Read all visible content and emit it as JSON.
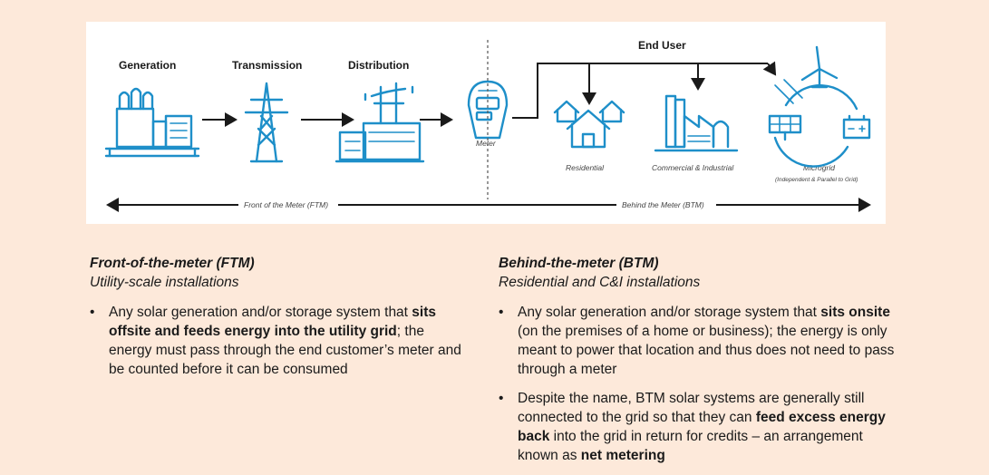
{
  "diagram": {
    "labels": {
      "generation": "Generation",
      "transmission": "Transmission",
      "distribution": "Distribution",
      "end_user": "End User",
      "meter": "Meter",
      "residential": "Residential",
      "commercial": "Commercial & Industrial",
      "microgrid": "Microgrid",
      "microgrid_sub": "(Independent & Parallel to Grid)",
      "ftm_axis": "Front of the Meter (FTM)",
      "btm_axis": "Behind the Meter (BTM)"
    },
    "icon_color": "#1e8fc9",
    "icons": [
      "power-plant-icon",
      "transmission-tower-icon",
      "distribution-icon",
      "meter-icon",
      "houses-icon",
      "factory-icon",
      "wind-turbine-icon",
      "solar-panel-icon",
      "battery-icon"
    ]
  },
  "ftm": {
    "title": "Front-of-the-meter (FTM)",
    "subtitle": "Utility-scale installations",
    "bullets": [
      [
        {
          "t": "Any solar generation and/or storage system that "
        },
        {
          "t": "sits offsite and feeds energy into the utility grid",
          "b": true
        },
        {
          "t": "; the energy must pass through the end customer’s meter and be counted before it can be consumed"
        }
      ]
    ]
  },
  "btm": {
    "title": "Behind-the-meter (BTM)",
    "subtitle": "Residential and C&I installations",
    "bullets": [
      [
        {
          "t": "Any solar generation and/or storage system that "
        },
        {
          "t": "sits onsite",
          "b": true
        },
        {
          "t": " (on the premises of a home or business); the energy is only meant to power that location and thus does not need to pass through a meter"
        }
      ],
      [
        {
          "t": "Despite the name, BTM solar systems are generally still connected to the grid so that they can "
        },
        {
          "t": "feed excess energy back",
          "b": true
        },
        {
          "t": " into the grid in return for credits – an arrangement known as "
        },
        {
          "t": "net metering",
          "b": true
        }
      ]
    ]
  },
  "colors": {
    "background": "#fde9da",
    "panel": "#ffffff",
    "icon": "#1e8fc9"
  }
}
